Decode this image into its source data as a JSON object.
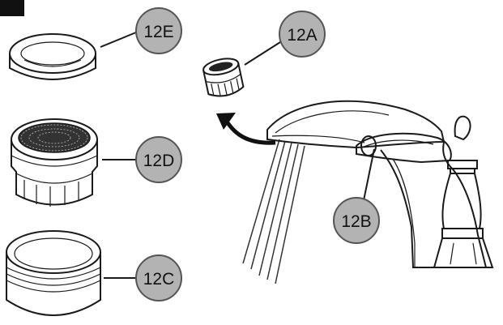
{
  "step_number": "",
  "colors": {
    "callout_fill": "#b3b3b3",
    "line": "#1a1a1a",
    "water": "#333333",
    "step_badge": "#111111"
  },
  "callouts": {
    "a": {
      "label": "12A"
    },
    "b": {
      "label": "12B"
    },
    "c": {
      "label": "12C"
    },
    "d": {
      "label": "12D"
    },
    "e": {
      "label": "12E"
    }
  },
  "icons": [
    "faucet-icon",
    "aerator-icon",
    "screen-icon",
    "housing-icon",
    "washer-icon",
    "arrow-icon"
  ]
}
